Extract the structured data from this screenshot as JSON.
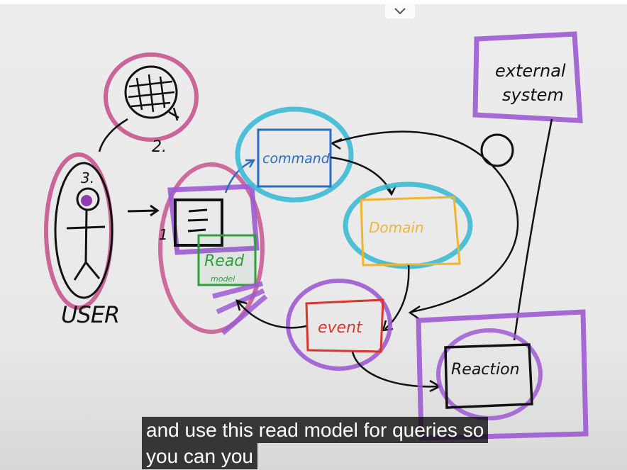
{
  "whiteboard": {
    "labels": {
      "external_system_line1": "external",
      "external_system_line2": "system",
      "command": "command",
      "domain": "Domain",
      "event": "event",
      "reaction": "Reaction",
      "read_model_line1": "Read",
      "read_model_line2": "model",
      "user": "USER",
      "step_1": "1",
      "step_2": "2.",
      "step_3": "3."
    },
    "colors": {
      "pink_outline": "#c8558e",
      "cyan_outline": "#3cbad4",
      "purple_outline": "#9d5bd3",
      "command_box": "#2a6cc4",
      "domain_box": "#f0b52c",
      "event_box": "#d8372b",
      "read_model_box": "#2f9e3e",
      "ink": "#111111"
    }
  },
  "caption": {
    "line1": "and use this read model for queries so",
    "line2": "you can you"
  }
}
